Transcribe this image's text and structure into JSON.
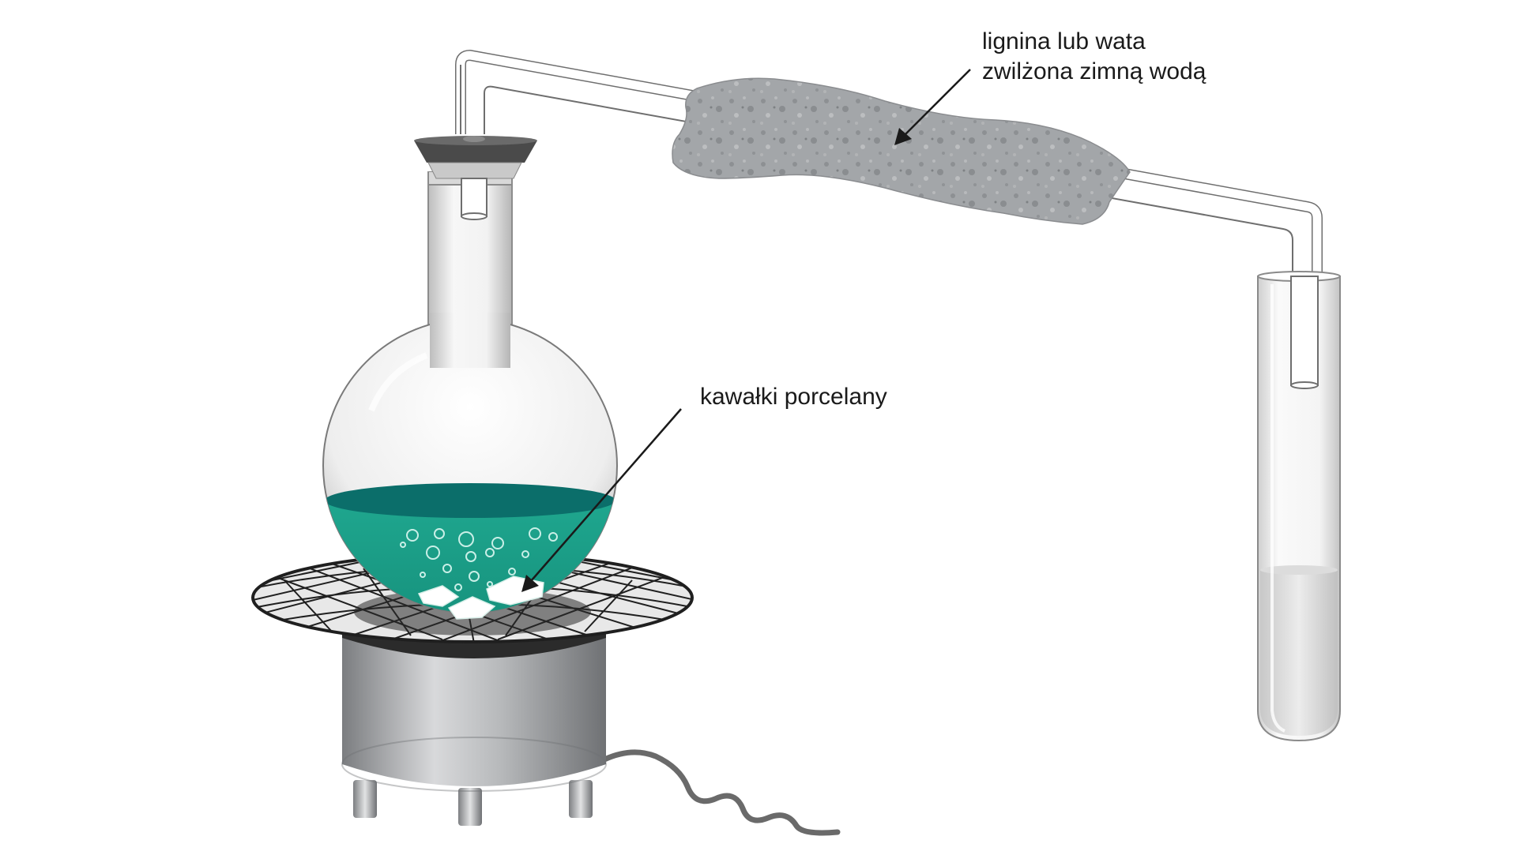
{
  "labels": {
    "cotton_line1": "lignina lub wata",
    "cotton_line2": "zwilżona zimną wodą",
    "porcelain": "kawałki porcelany"
  },
  "colors": {
    "liquid": "#1a9c86",
    "liquid_surface": "#0b6e6a",
    "cotton": "#9ea1a4",
    "heater": "#a9abae",
    "gauze": "#1f1f1f",
    "glass_outline": "#6e6e6e",
    "cable": "#6a6a6a"
  }
}
